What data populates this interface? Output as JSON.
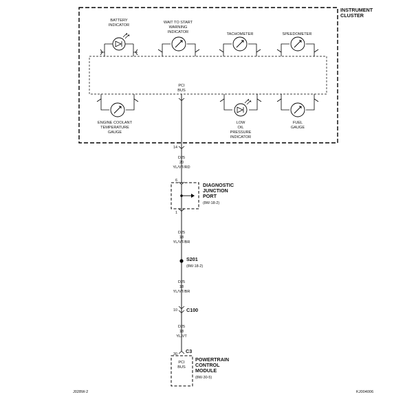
{
  "cluster": {
    "title_lines": [
      "INSTRUMENT",
      "CLUSTER"
    ],
    "pci_bus": [
      "PCI",
      "BUS"
    ],
    "top_components": [
      {
        "id": "battery",
        "label_lines": [
          "BATTERY",
          "INDICATOR"
        ],
        "symbol": "lamp-icon"
      },
      {
        "id": "wait-to-start",
        "label_lines": [
          "WAIT TO START",
          "WARNING",
          "INDICATOR"
        ],
        "symbol": "gauge-icon"
      },
      {
        "id": "tachometer",
        "label_lines": [
          "TACHOMETER"
        ],
        "symbol": "gauge-icon"
      },
      {
        "id": "speedometer",
        "label_lines": [
          "SPEEDOMETER"
        ],
        "symbol": "gauge-icon"
      }
    ],
    "bottom_components": [
      {
        "id": "engine-coolant",
        "label_lines": [
          "ENGINE COOLANT",
          "TEMPERATURE",
          "GAUGE"
        ],
        "symbol": "gauge-icon"
      },
      {
        "id": "low-oil-pressure",
        "label_lines": [
          "LOW",
          "OIL",
          "PRESSURE",
          "INDICATOR"
        ],
        "symbol": "lamp-icon"
      },
      {
        "id": "fuel",
        "label_lines": [
          "FUEL",
          "GAUGE"
        ],
        "symbol": "gauge-icon"
      }
    ],
    "connector_pin": "14"
  },
  "wires": [
    {
      "id": "w1",
      "lines": [
        "D25",
        "20",
        "YL/VT/RD"
      ]
    },
    {
      "id": "w2",
      "lines": [
        "D25",
        "18",
        "YL/VT/BR"
      ]
    },
    {
      "id": "w3",
      "lines": [
        "D25",
        "18",
        "YL/VT/BR"
      ]
    },
    {
      "id": "w4",
      "lines": [
        "D25",
        "18",
        "YL/VT"
      ]
    }
  ],
  "djp": {
    "title_lines": [
      "DIAGNOSTIC",
      "JUNCTION",
      "PORT"
    ],
    "ref": "(8W-18-2)",
    "pin_top": "6",
    "pin_bottom": "1"
  },
  "splice": {
    "label": "S201",
    "ref": "(8W-18-2)"
  },
  "c100": {
    "label": "C100",
    "pin": "10"
  },
  "pcm": {
    "connector": "C3",
    "pin": "30",
    "pci_bus": [
      "PCI",
      "BUS"
    ],
    "title_lines": [
      "POWERTRAIN",
      "CONTROL",
      "MODULE"
    ],
    "ref": "(8W-30-5)"
  },
  "footer": {
    "left": "J028W-2",
    "right": "KJ004006"
  }
}
